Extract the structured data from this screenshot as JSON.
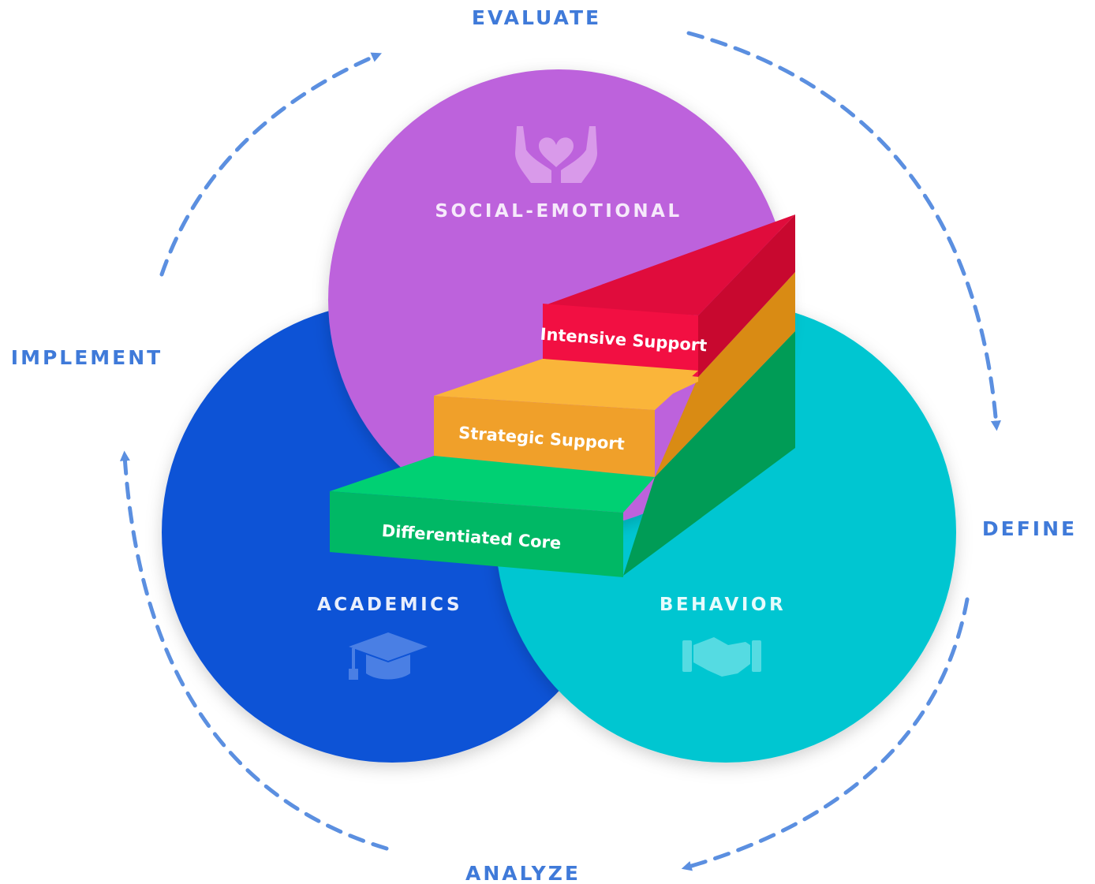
{
  "cycle": {
    "evaluate": "EVALUATE",
    "define": "DEFINE",
    "analyze": "ANALYZE",
    "implement": "IMPLEMENT",
    "label_color": "#3f7ad9",
    "arrow_color": "#5b8fe0"
  },
  "domains": {
    "social_emotional": {
      "label": "SOCIAL-EMOTIONAL",
      "color": "#bd62dc",
      "icon": "hands-heart-icon"
    },
    "academics": {
      "label": "ACADEMICS",
      "color": "#1152d6",
      "icon": "graduation-cap-icon"
    },
    "behavior": {
      "label": "BEHAVIOR",
      "color": "#00c6d1",
      "icon": "handshake-icon"
    }
  },
  "tiers": {
    "intensive": {
      "label": "Intensive Support",
      "color": "#f20f42"
    },
    "strategic": {
      "label": "Strategic Support",
      "color": "#f8a72b"
    },
    "core": {
      "label": "Differentiated Core",
      "color": "#00c76e"
    }
  }
}
